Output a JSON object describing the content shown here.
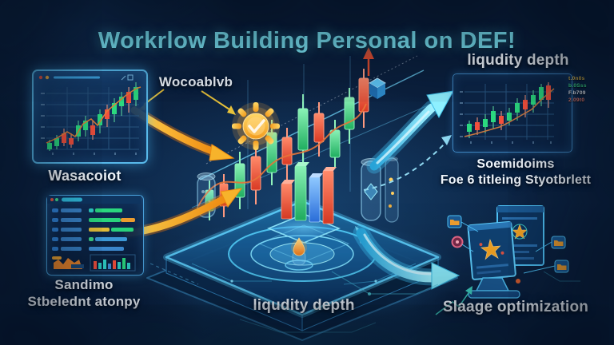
{
  "title": "Workrlow Building Personal on DEF!",
  "labels": {
    "workflow": "Wocoablvb",
    "top_left_chart": "Wasacoiot",
    "liquidity_top": "liqudity depth",
    "right_caption_1": "Soemidoims",
    "right_caption_2": "Foe 6 titleing Styotbrlett",
    "bottom_left_1": "Sandimo",
    "bottom_left_2": "Stbelednt atonpy",
    "liquidity_bottom": "liqudity depth",
    "slippage": "Slaage optimization"
  },
  "legend": {
    "entries": [
      {
        "text": "t.0n0s",
        "color": "#d9b44a"
      },
      {
        "text": "b.0Sss",
        "color": "#3fd98a"
      },
      {
        "text": "F.b709",
        "color": "#e9edf3"
      },
      {
        "text": "2.09t0",
        "color": "#dd7a6e"
      }
    ]
  },
  "colors": {
    "title": "#7de9f8",
    "accent_cyan": "#45d4f5",
    "accent_orange": "#f6a623",
    "candle_green": "#2bd97f",
    "candle_red": "#f2503c",
    "panel_border": "#58b9ea",
    "background": "#0b2038"
  },
  "icons": {
    "sun": "sun-check-icon",
    "flame": "flame-icon",
    "monitors": "monitor-icon",
    "folders": "folder-icon"
  }
}
